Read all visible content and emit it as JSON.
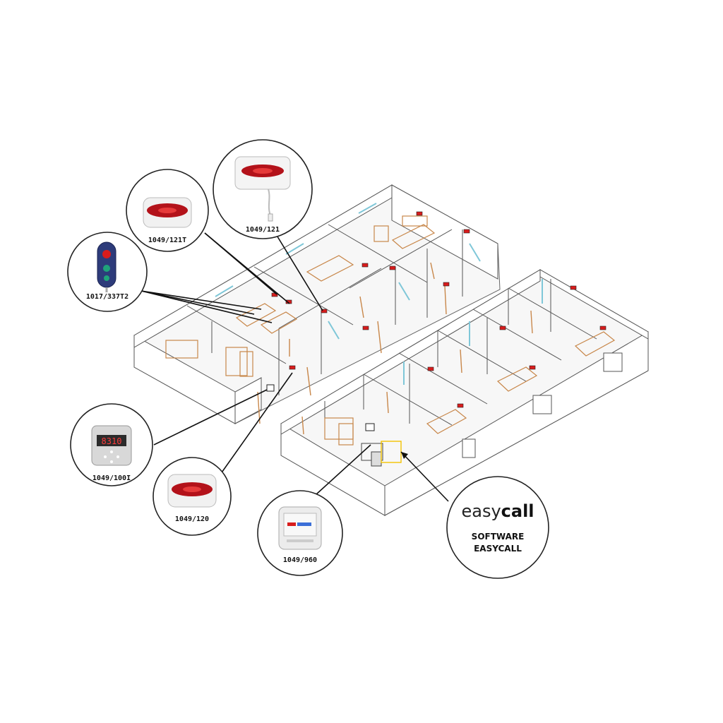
{
  "devices": [
    {
      "id": "d1",
      "label": "1049/121",
      "icon": "pull-cord-call-point-icon"
    },
    {
      "id": "d2",
      "label": "1049/121T",
      "icon": "bed-call-unit-icon"
    },
    {
      "id": "d3",
      "label": "1017/337T2",
      "icon": "handset-pear-push-icon"
    },
    {
      "id": "d4",
      "label": "1049/100I",
      "icon": "display-panel-icon"
    },
    {
      "id": "d5",
      "label": "1049/120",
      "icon": "room-call-unit-icon"
    },
    {
      "id": "d6",
      "label": "1049/960",
      "icon": "touch-panel-icon"
    }
  ],
  "software": {
    "brand_light": "easy",
    "brand_bold": "call",
    "line1": "SOFTWARE",
    "line2": "EASYCALL"
  },
  "display_readout": "8310",
  "colors": {
    "call_lamp": "#d81c1c",
    "furniture": "#c8874a",
    "window": "#7fc7d8",
    "unit_red": "#b3121a"
  }
}
